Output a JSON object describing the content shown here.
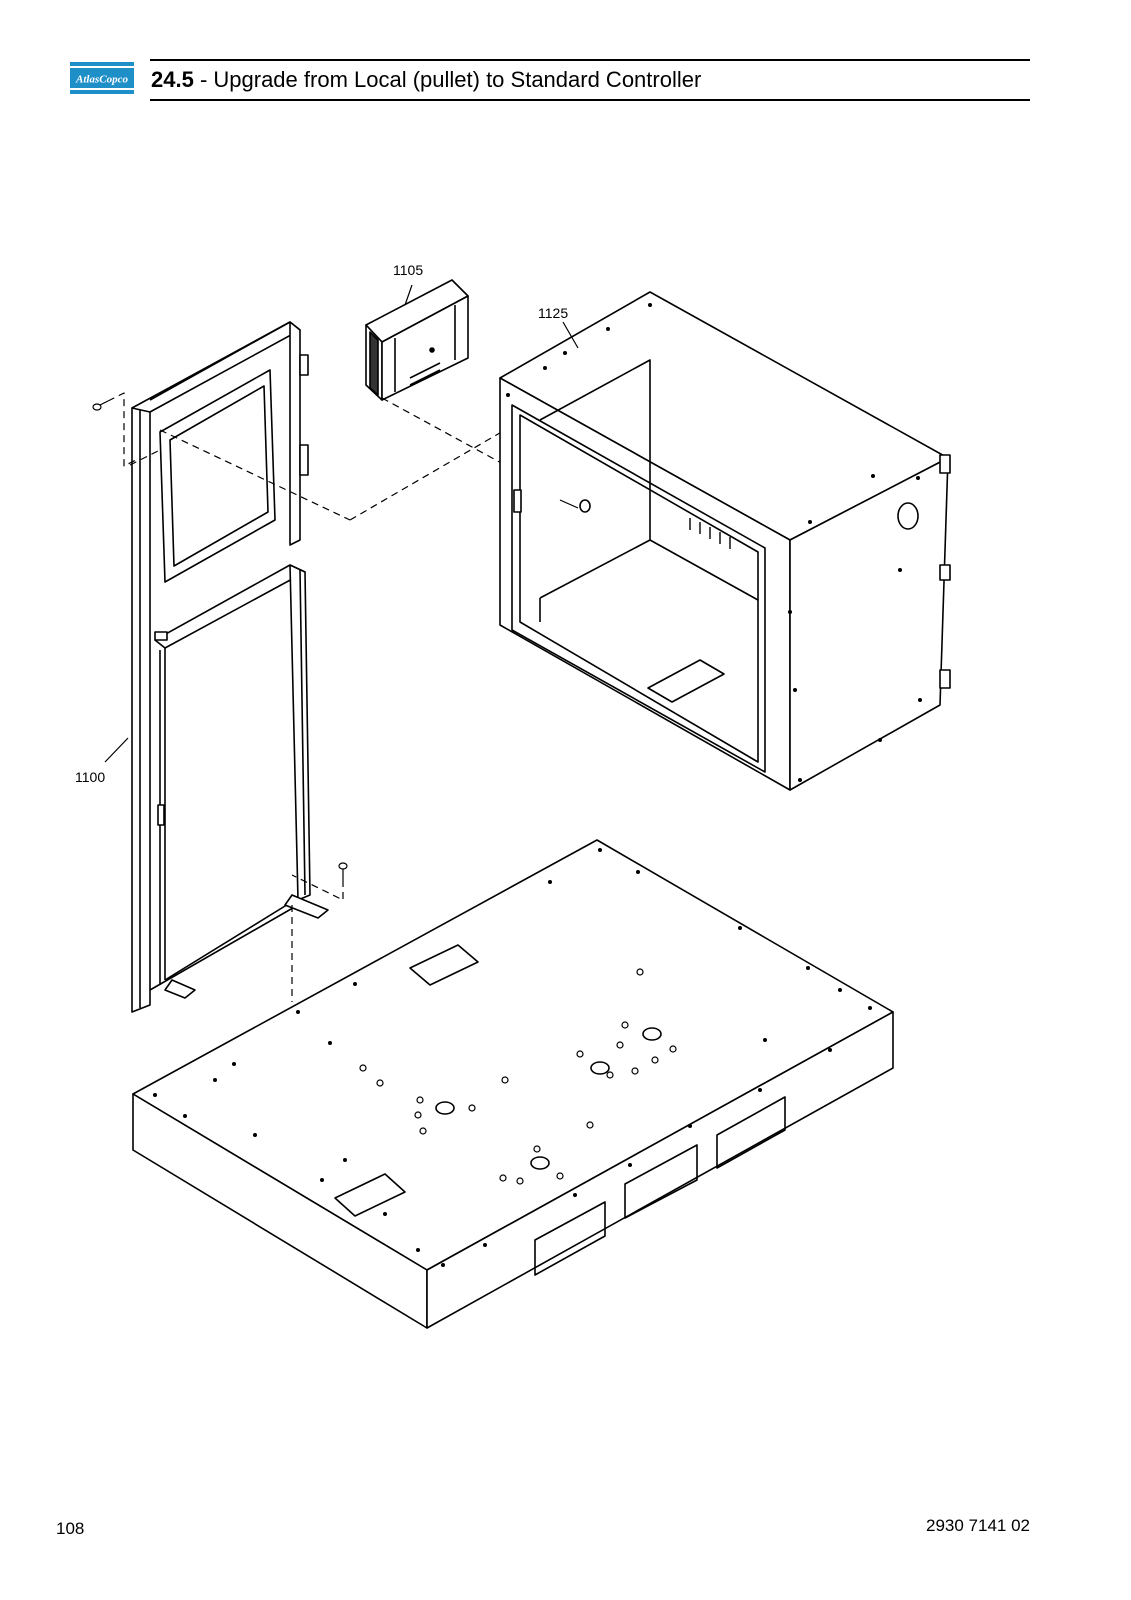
{
  "header": {
    "logo_text": "AtlasCopco",
    "section_number": "24.5",
    "section_separator": " - ",
    "section_title": "Upgrade from Local (pullet) to Standard Controller"
  },
  "callouts": [
    "1105",
    "1125",
    "1100"
  ],
  "footer": {
    "page_number": "108",
    "document_number": "2930 7141 02"
  }
}
